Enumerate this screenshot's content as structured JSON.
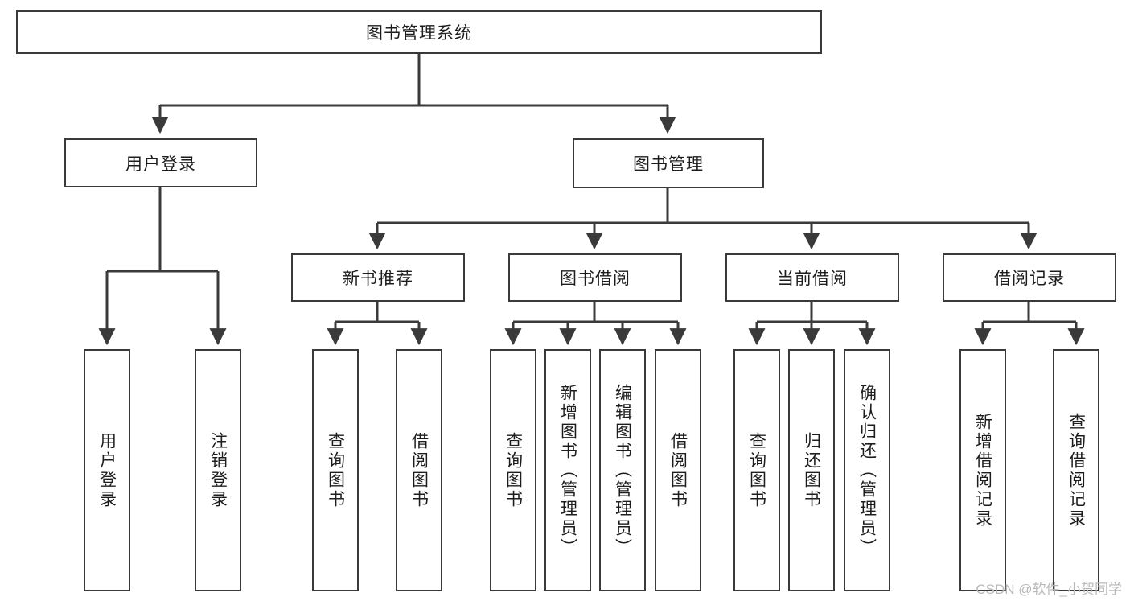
{
  "diagram": {
    "title": "图书管理系统",
    "type": "tree-hierarchy-diagram",
    "root": {
      "label": "图书管理系统",
      "orientation": "horizontal"
    },
    "level1": [
      {
        "label": "用户登录",
        "orientation": "horizontal"
      },
      {
        "label": "图书管理",
        "orientation": "horizontal"
      }
    ],
    "level2": [
      {
        "label": "新书推荐",
        "orientation": "horizontal",
        "parent": "图书管理"
      },
      {
        "label": "图书借阅",
        "orientation": "horizontal",
        "parent": "图书管理"
      },
      {
        "label": "当前借阅",
        "orientation": "horizontal",
        "parent": "图书管理"
      },
      {
        "label": "借阅记录",
        "orientation": "horizontal",
        "parent": "图书管理"
      }
    ],
    "leaves": {
      "user_login": [
        {
          "label": "用户登录",
          "orientation": "vertical"
        },
        {
          "label": "注销登录",
          "orientation": "vertical"
        }
      ],
      "new_book_recommend": [
        {
          "label": "查询图书",
          "orientation": "vertical"
        },
        {
          "label": "借阅图书",
          "orientation": "vertical"
        }
      ],
      "book_borrow": [
        {
          "label": "查询图书",
          "orientation": "vertical"
        },
        {
          "label": "新增图书（管理员）",
          "orientation": "vertical"
        },
        {
          "label": "编辑图书（管理员）",
          "orientation": "vertical"
        },
        {
          "label": "借阅图书",
          "orientation": "vertical"
        }
      ],
      "current_borrow": [
        {
          "label": "查询图书",
          "orientation": "vertical"
        },
        {
          "label": "归还图书",
          "orientation": "vertical"
        },
        {
          "label": "确认归还（管理员）",
          "orientation": "vertical"
        }
      ],
      "borrow_record": [
        {
          "label": "新增借阅记录",
          "orientation": "vertical"
        },
        {
          "label": "查询借阅记录",
          "orientation": "vertical"
        }
      ]
    },
    "colors": {
      "box_border": "#3a3a3a",
      "box_fill": "#ffffff",
      "connector": "#3a3a3a",
      "text": "#1d1d1d",
      "watermark": "#b9b9b9",
      "background": "#ffffff"
    }
  },
  "watermark": {
    "text": "CSDN @软件_小贺同学"
  }
}
